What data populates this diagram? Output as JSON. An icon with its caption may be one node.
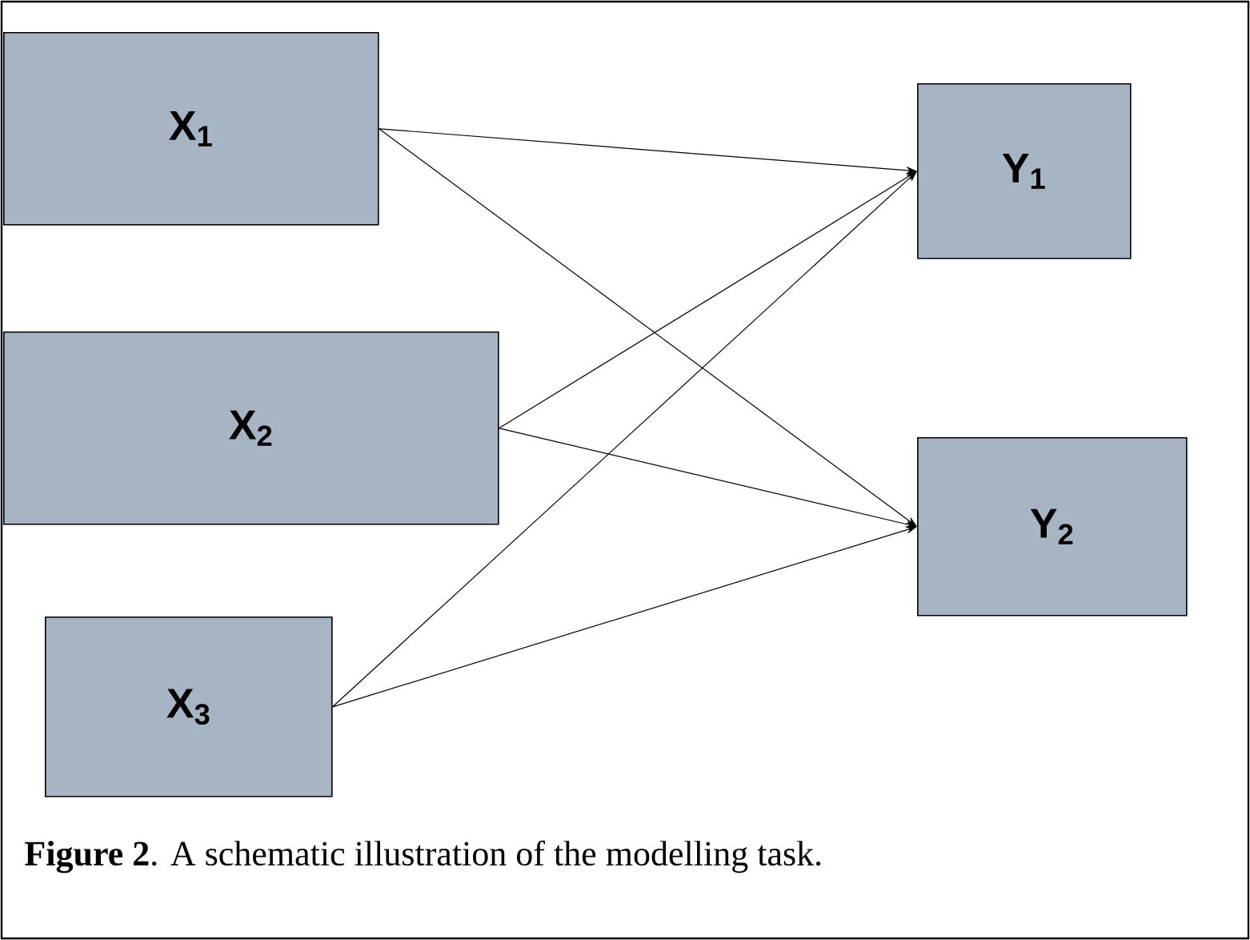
{
  "diagram": {
    "caption": "**Figure 2**. A schematic illustration of the modelling task.",
    "nodes": [
      {
        "text": [
          "X$_{1}$"
        ]
      },
      {
        "text": [
          "X$_{2}$"
        ]
      },
      {
        "text": [
          "X$_{3}$"
        ]
      },
      {
        "text": [
          "Y$_{1}$"
        ]
      },
      {
        "text": [
          "Y$_{2}$"
        ]
      }
    ],
    "edges": [
      {
        "from": 0,
        "to": 3,
        "arrow": "to"
      },
      {
        "from": 0,
        "to": 4,
        "arrow": "to"
      },
      {
        "from": 1,
        "to": 3,
        "arrow": "to"
      },
      {
        "from": 1,
        "to": 4,
        "arrow": "to"
      },
      {
        "from": 2,
        "to": 3,
        "arrow": "to"
      },
      {
        "from": 2,
        "to": 4,
        "arrow": "to"
      }
    ]
  }
}
